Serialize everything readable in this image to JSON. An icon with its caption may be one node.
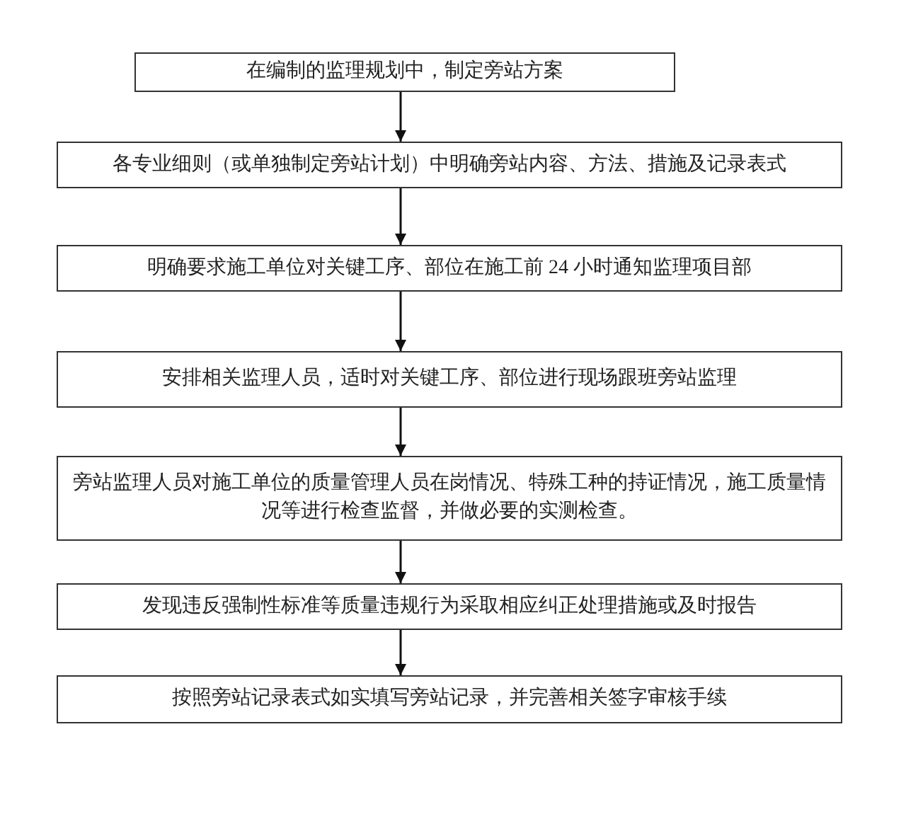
{
  "diagram": {
    "nodes": [
      {
        "text": [
          "在编制的监理规划中，制定旁站方案"
        ]
      },
      {
        "text": [
          "各专业细则（或单独制定旁站计划）中明确旁站内容、方法、措施及记录表式"
        ]
      },
      {
        "text": [
          "明确要求施工单位对关键工序、部位在施工前 24 小时通知监理项目部"
        ]
      },
      {
        "text": [
          "安排相关监理人员，适时对关键工序、部位进行现场跟班旁站监理"
        ]
      },
      {
        "text": [
          "旁站监理人员对施工单位的质量管理人员在岗情况、特殊工种的持证情况，施工质量情况等进行检查监督，并做必要的实测检查。"
        ]
      },
      {
        "text": [
          "发现违反强制性标准等质量违规行为采取相应纠正处理措施或及时报告"
        ]
      },
      {
        "text": [
          "按照旁站记录表式如实填写旁站记录，并完善相关签字审核手续"
        ]
      }
    ],
    "edges": [
      {
        "from": 0,
        "to": 1,
        "arrow": "to"
      },
      {
        "from": 1,
        "to": 2,
        "arrow": "to"
      },
      {
        "from": 2,
        "to": 3,
        "arrow": "to"
      },
      {
        "from": 3,
        "to": 4,
        "arrow": "to"
      },
      {
        "from": 4,
        "to": 5,
        "arrow": "to"
      },
      {
        "from": 5,
        "to": 6,
        "arrow": "to"
      }
    ]
  }
}
